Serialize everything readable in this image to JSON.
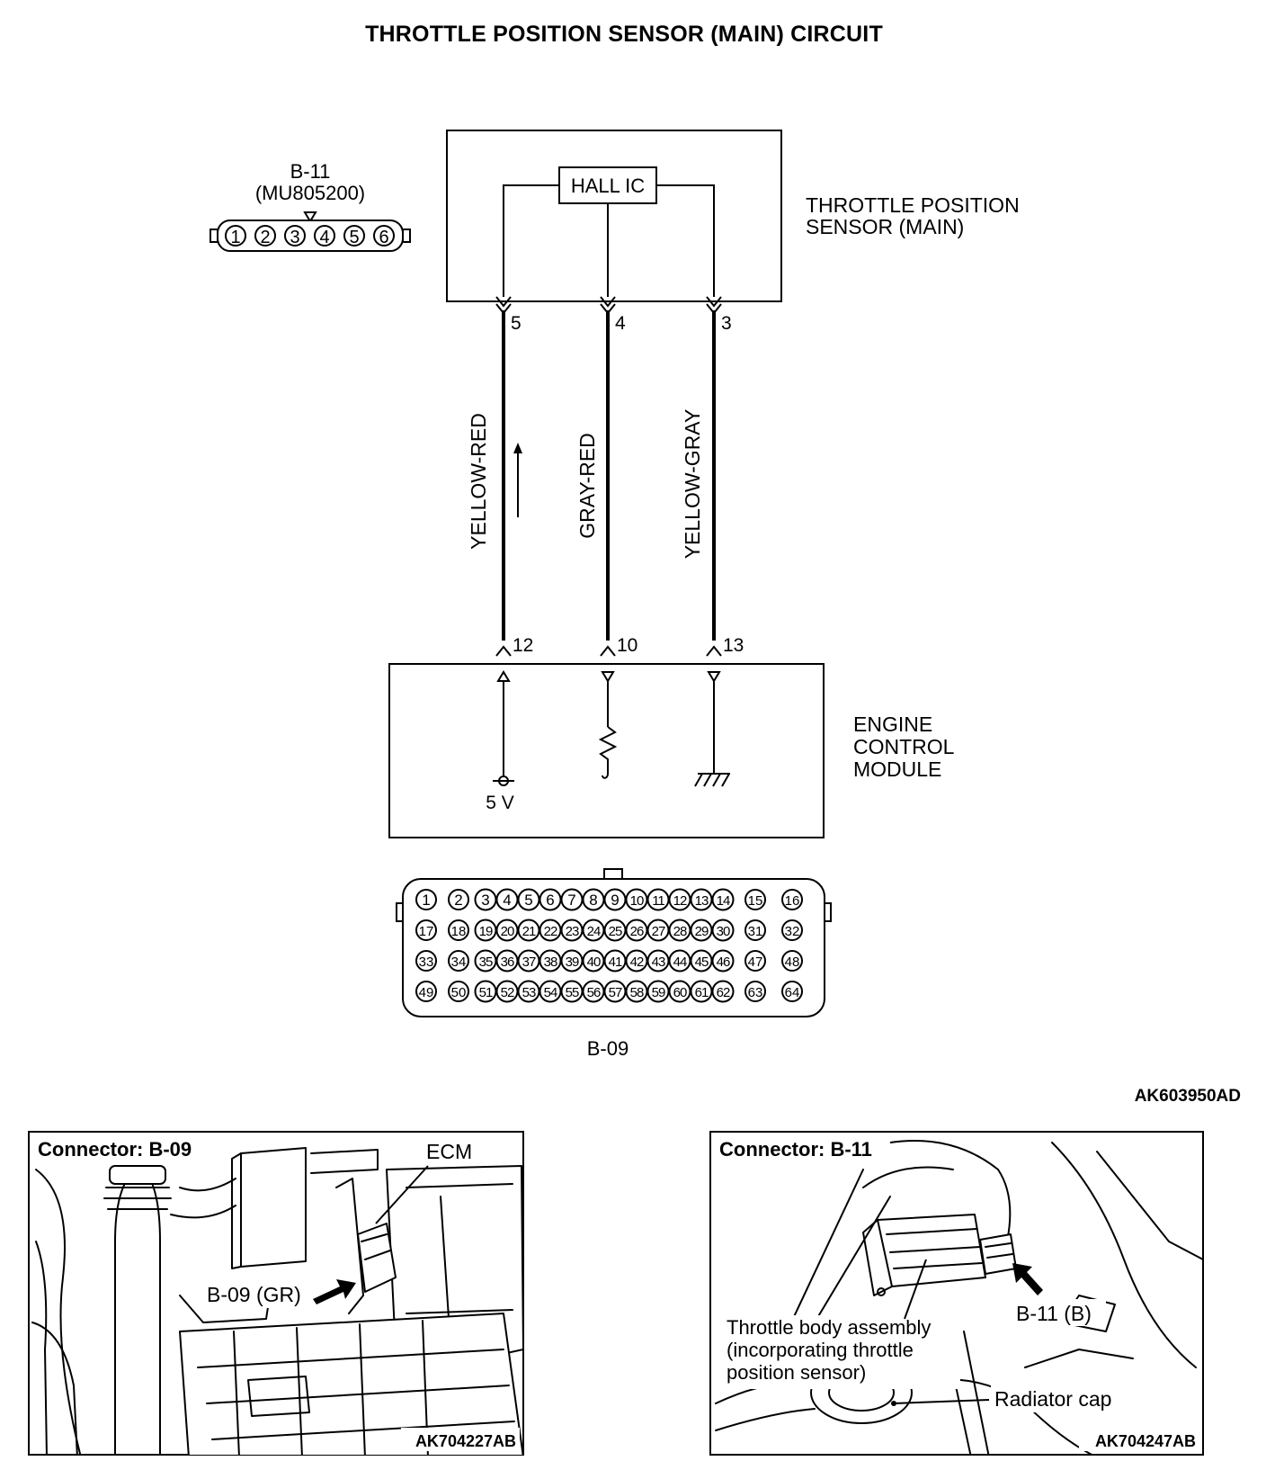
{
  "title": "THROTTLE POSITION SENSOR (MAIN) CIRCUIT",
  "sensor_connector": {
    "id": "B-11",
    "part": "(MU805200)",
    "pins": [
      "1",
      "2",
      "3",
      "4",
      "5",
      "6"
    ]
  },
  "sensor": {
    "label_line1": "THROTTLE POSITION",
    "label_line2": "SENSOR (MAIN)",
    "ic_label": "HALL IC",
    "terminals": [
      "5",
      "4",
      "3"
    ]
  },
  "wires": [
    {
      "color": "YELLOW-RED",
      "from_pin": "5",
      "to_pin": "12"
    },
    {
      "color": "GRAY-RED",
      "from_pin": "4",
      "to_pin": "10"
    },
    {
      "color": "YELLOW-GRAY",
      "from_pin": "3",
      "to_pin": "13"
    }
  ],
  "ecm": {
    "label_line1": "ENGINE",
    "label_line2": "CONTROL",
    "label_line3": "MODULE",
    "terminals": [
      "12",
      "10",
      "13"
    ],
    "supply_label": "5 V"
  },
  "ecm_connector": {
    "id": "B-09",
    "rows": [
      [
        "1",
        "2",
        "3",
        "4",
        "5",
        "6",
        "7",
        "8",
        "9",
        "10",
        "11",
        "12",
        "13",
        "14",
        "15",
        "16"
      ],
      [
        "17",
        "18",
        "19",
        "20",
        "21",
        "22",
        "23",
        "24",
        "25",
        "26",
        "27",
        "28",
        "29",
        "30",
        "31",
        "32"
      ],
      [
        "33",
        "34",
        "35",
        "36",
        "37",
        "38",
        "39",
        "40",
        "41",
        "42",
        "43",
        "44",
        "45",
        "46",
        "47",
        "48"
      ],
      [
        "49",
        "50",
        "51",
        "52",
        "53",
        "54",
        "55",
        "56",
        "57",
        "58",
        "59",
        "60",
        "61",
        "62",
        "63",
        "64"
      ]
    ]
  },
  "figure_id": "AK603950AD",
  "photo_left": {
    "heading": "Connector: B-09",
    "callout_ecm": "ECM",
    "callout_connector": "B-09 (GR)",
    "figure_id": "AK704227AB"
  },
  "photo_right": {
    "heading": "Connector: B-11",
    "callout_connector": "B-11 (B)",
    "callout_throttle_line1": "Throttle body assembly",
    "callout_throttle_line2": "(incorporating throttle",
    "callout_throttle_line3": "position sensor)",
    "callout_radiator": "Radiator cap",
    "figure_id": "AK704247AB"
  }
}
